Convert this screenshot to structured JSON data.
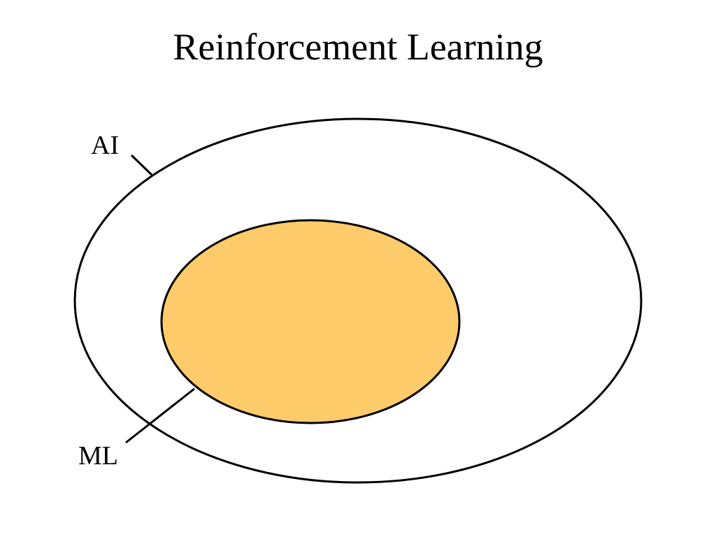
{
  "slide": {
    "title": "Reinforcement Learning"
  },
  "diagram": {
    "outer_set": {
      "label": "AI",
      "fill": "#ffffff",
      "stroke": "#000000"
    },
    "inner_set": {
      "label": "ML",
      "fill": "#fecb6a",
      "stroke": "#000000"
    }
  }
}
